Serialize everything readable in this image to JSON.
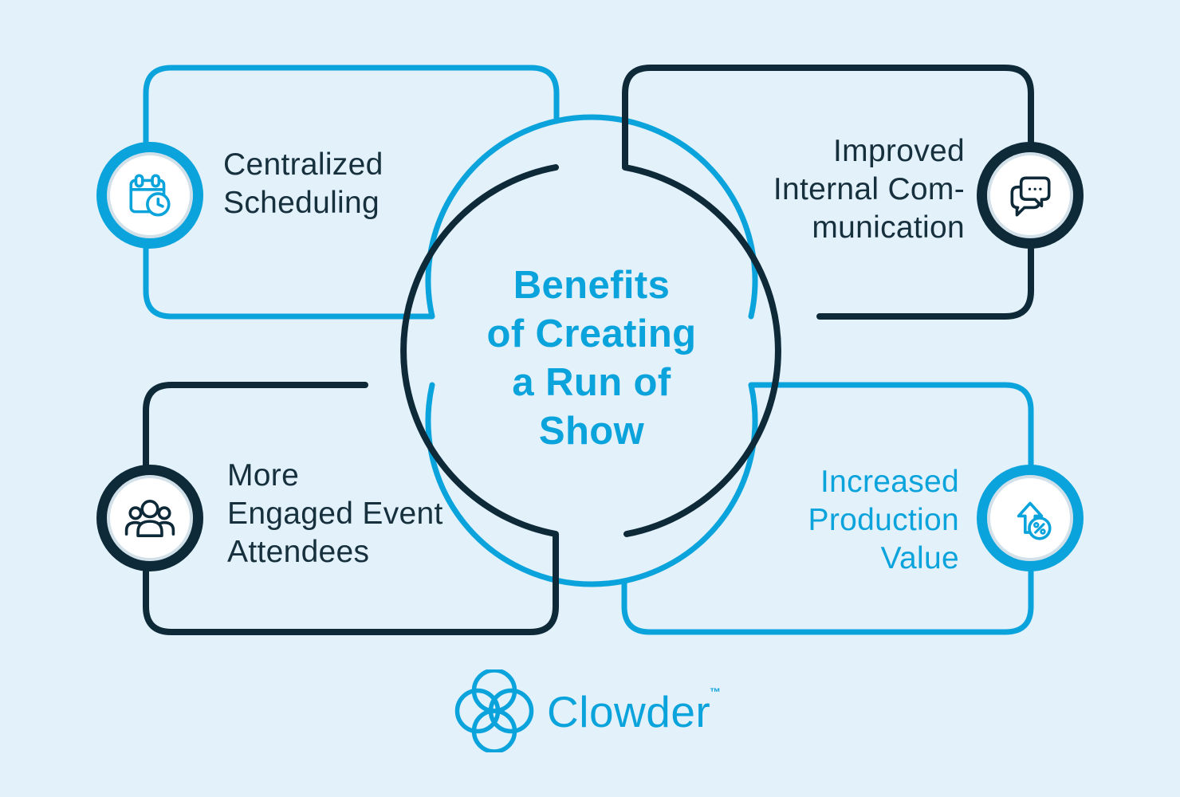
{
  "title": {
    "text": "Benefits\nof Creating\na Run of\nShow"
  },
  "benefits": [
    {
      "id": "centralized-scheduling",
      "label": "Centralized\nScheduling",
      "icon": "calendar-clock-icon",
      "accent": "blue",
      "position": "top-left"
    },
    {
      "id": "improved-internal-communication",
      "label": "Improved\nInternal Com-\nmunication",
      "icon": "chat-bubbles-icon",
      "accent": "navy",
      "position": "top-right"
    },
    {
      "id": "more-engaged-event-attendees",
      "label": "More\nEngaged Event\nAttendees",
      "icon": "people-group-icon",
      "accent": "navy",
      "position": "bottom-left"
    },
    {
      "id": "increased-production-value",
      "label": "Increased\nProduction\nValue",
      "icon": "arrow-up-percent-icon",
      "accent": "blue",
      "position": "bottom-right"
    }
  ],
  "footer": {
    "brand": "Clowder",
    "trademark": "™"
  },
  "colors": {
    "background": "#e3f1fa",
    "accent_blue": "#0ba3dc",
    "navy": "#0e2a38",
    "text_navy": "#16303e",
    "white": "#ffffff"
  }
}
